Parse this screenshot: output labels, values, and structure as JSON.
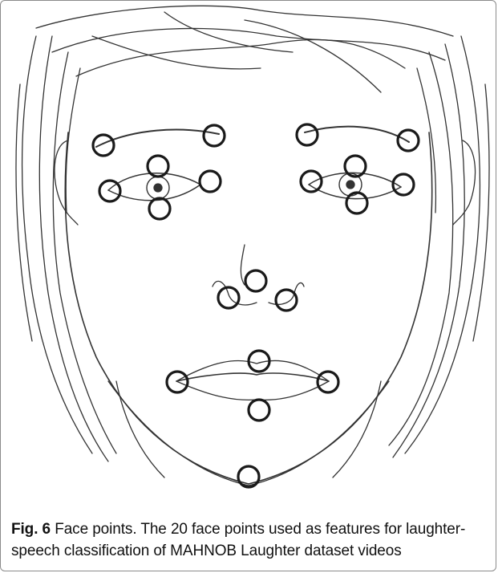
{
  "figure": {
    "alt": "line drawing of a face with 20 circled face points",
    "point_color": "#1a1a1a",
    "face_points": [
      {
        "name": "left-eyebrow-outer"
      },
      {
        "name": "left-eyebrow-inner"
      },
      {
        "name": "right-eyebrow-inner"
      },
      {
        "name": "right-eyebrow-outer"
      },
      {
        "name": "left-eye-top"
      },
      {
        "name": "left-eye-outer"
      },
      {
        "name": "left-eye-bottom"
      },
      {
        "name": "left-eye-inner"
      },
      {
        "name": "right-eye-inner"
      },
      {
        "name": "right-eye-top"
      },
      {
        "name": "right-eye-bottom"
      },
      {
        "name": "right-eye-outer"
      },
      {
        "name": "nose-tip"
      },
      {
        "name": "left-nostril"
      },
      {
        "name": "right-nostril"
      },
      {
        "name": "upper-lip"
      },
      {
        "name": "left-mouth-corner"
      },
      {
        "name": "right-mouth-corner"
      },
      {
        "name": "lower-lip"
      },
      {
        "name": "chin"
      }
    ]
  },
  "caption": {
    "label": "Fig. 6",
    "text": " Face points. The 20 face points used as features for laughter-speech classification of MAHNOB Laughter dataset videos"
  }
}
